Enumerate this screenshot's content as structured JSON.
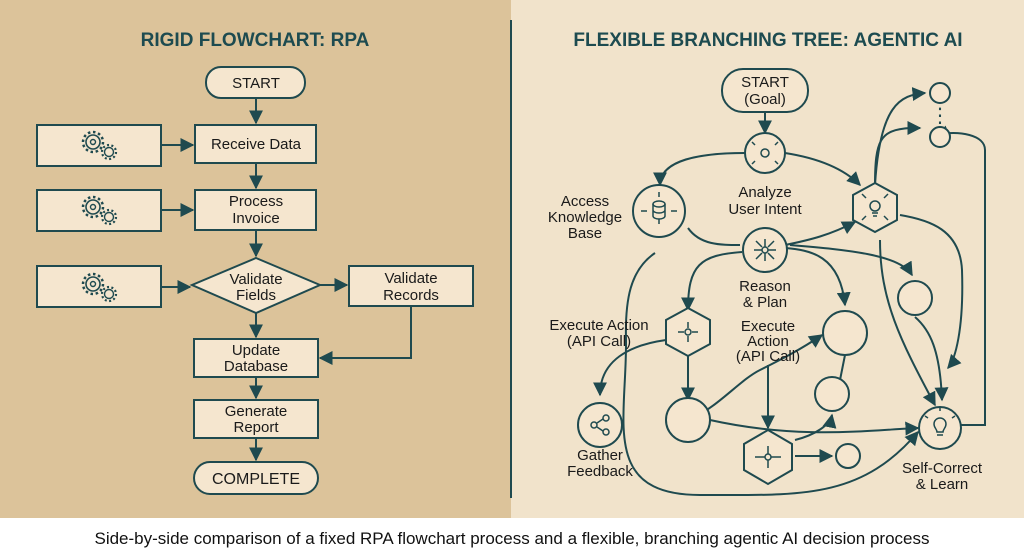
{
  "colors": {
    "left_bg": "#dcc39a",
    "right_bg": "#f1e3cb",
    "node_fill": "#f5e6cf",
    "ink": "#1f4a4f",
    "title": "#1d4b50"
  },
  "left": {
    "title": "RIGID FLOWCHART: RPA",
    "start": "START",
    "receive_data": "Receive Data",
    "process_invoice": [
      "Process",
      "Invoice"
    ],
    "validate_fields": [
      "Validate",
      "Fields"
    ],
    "validate_records": [
      "Validate",
      "Records"
    ],
    "update_database": [
      "Update",
      "Database"
    ],
    "generate_report": [
      "Generate",
      "Report"
    ],
    "complete": "COMPLETE",
    "gear_icon": "gears-icon"
  },
  "right": {
    "title": "FLEXIBLE BRANCHING TREE: AGENTIC AI",
    "start": [
      "START",
      "(Goal)"
    ],
    "analyze": [
      "Analyze",
      "User Intent"
    ],
    "access_kb": [
      "Access",
      "Knowledge",
      "Base"
    ],
    "reason_plan": [
      "Reason",
      "& Plan"
    ],
    "execute_left": [
      "Execute Action",
      "(API Call)"
    ],
    "execute_mid": [
      "Execute",
      "Action",
      "(API Call)"
    ],
    "gather_feedback": [
      "Gather",
      "Feedback"
    ],
    "self_correct": [
      "Self-Correct",
      "& Learn"
    ],
    "ellipsis": "⋮"
  },
  "caption": "Side-by-side comparison of a fixed RPA flowchart process and a flexible, branching agentic AI decision process"
}
